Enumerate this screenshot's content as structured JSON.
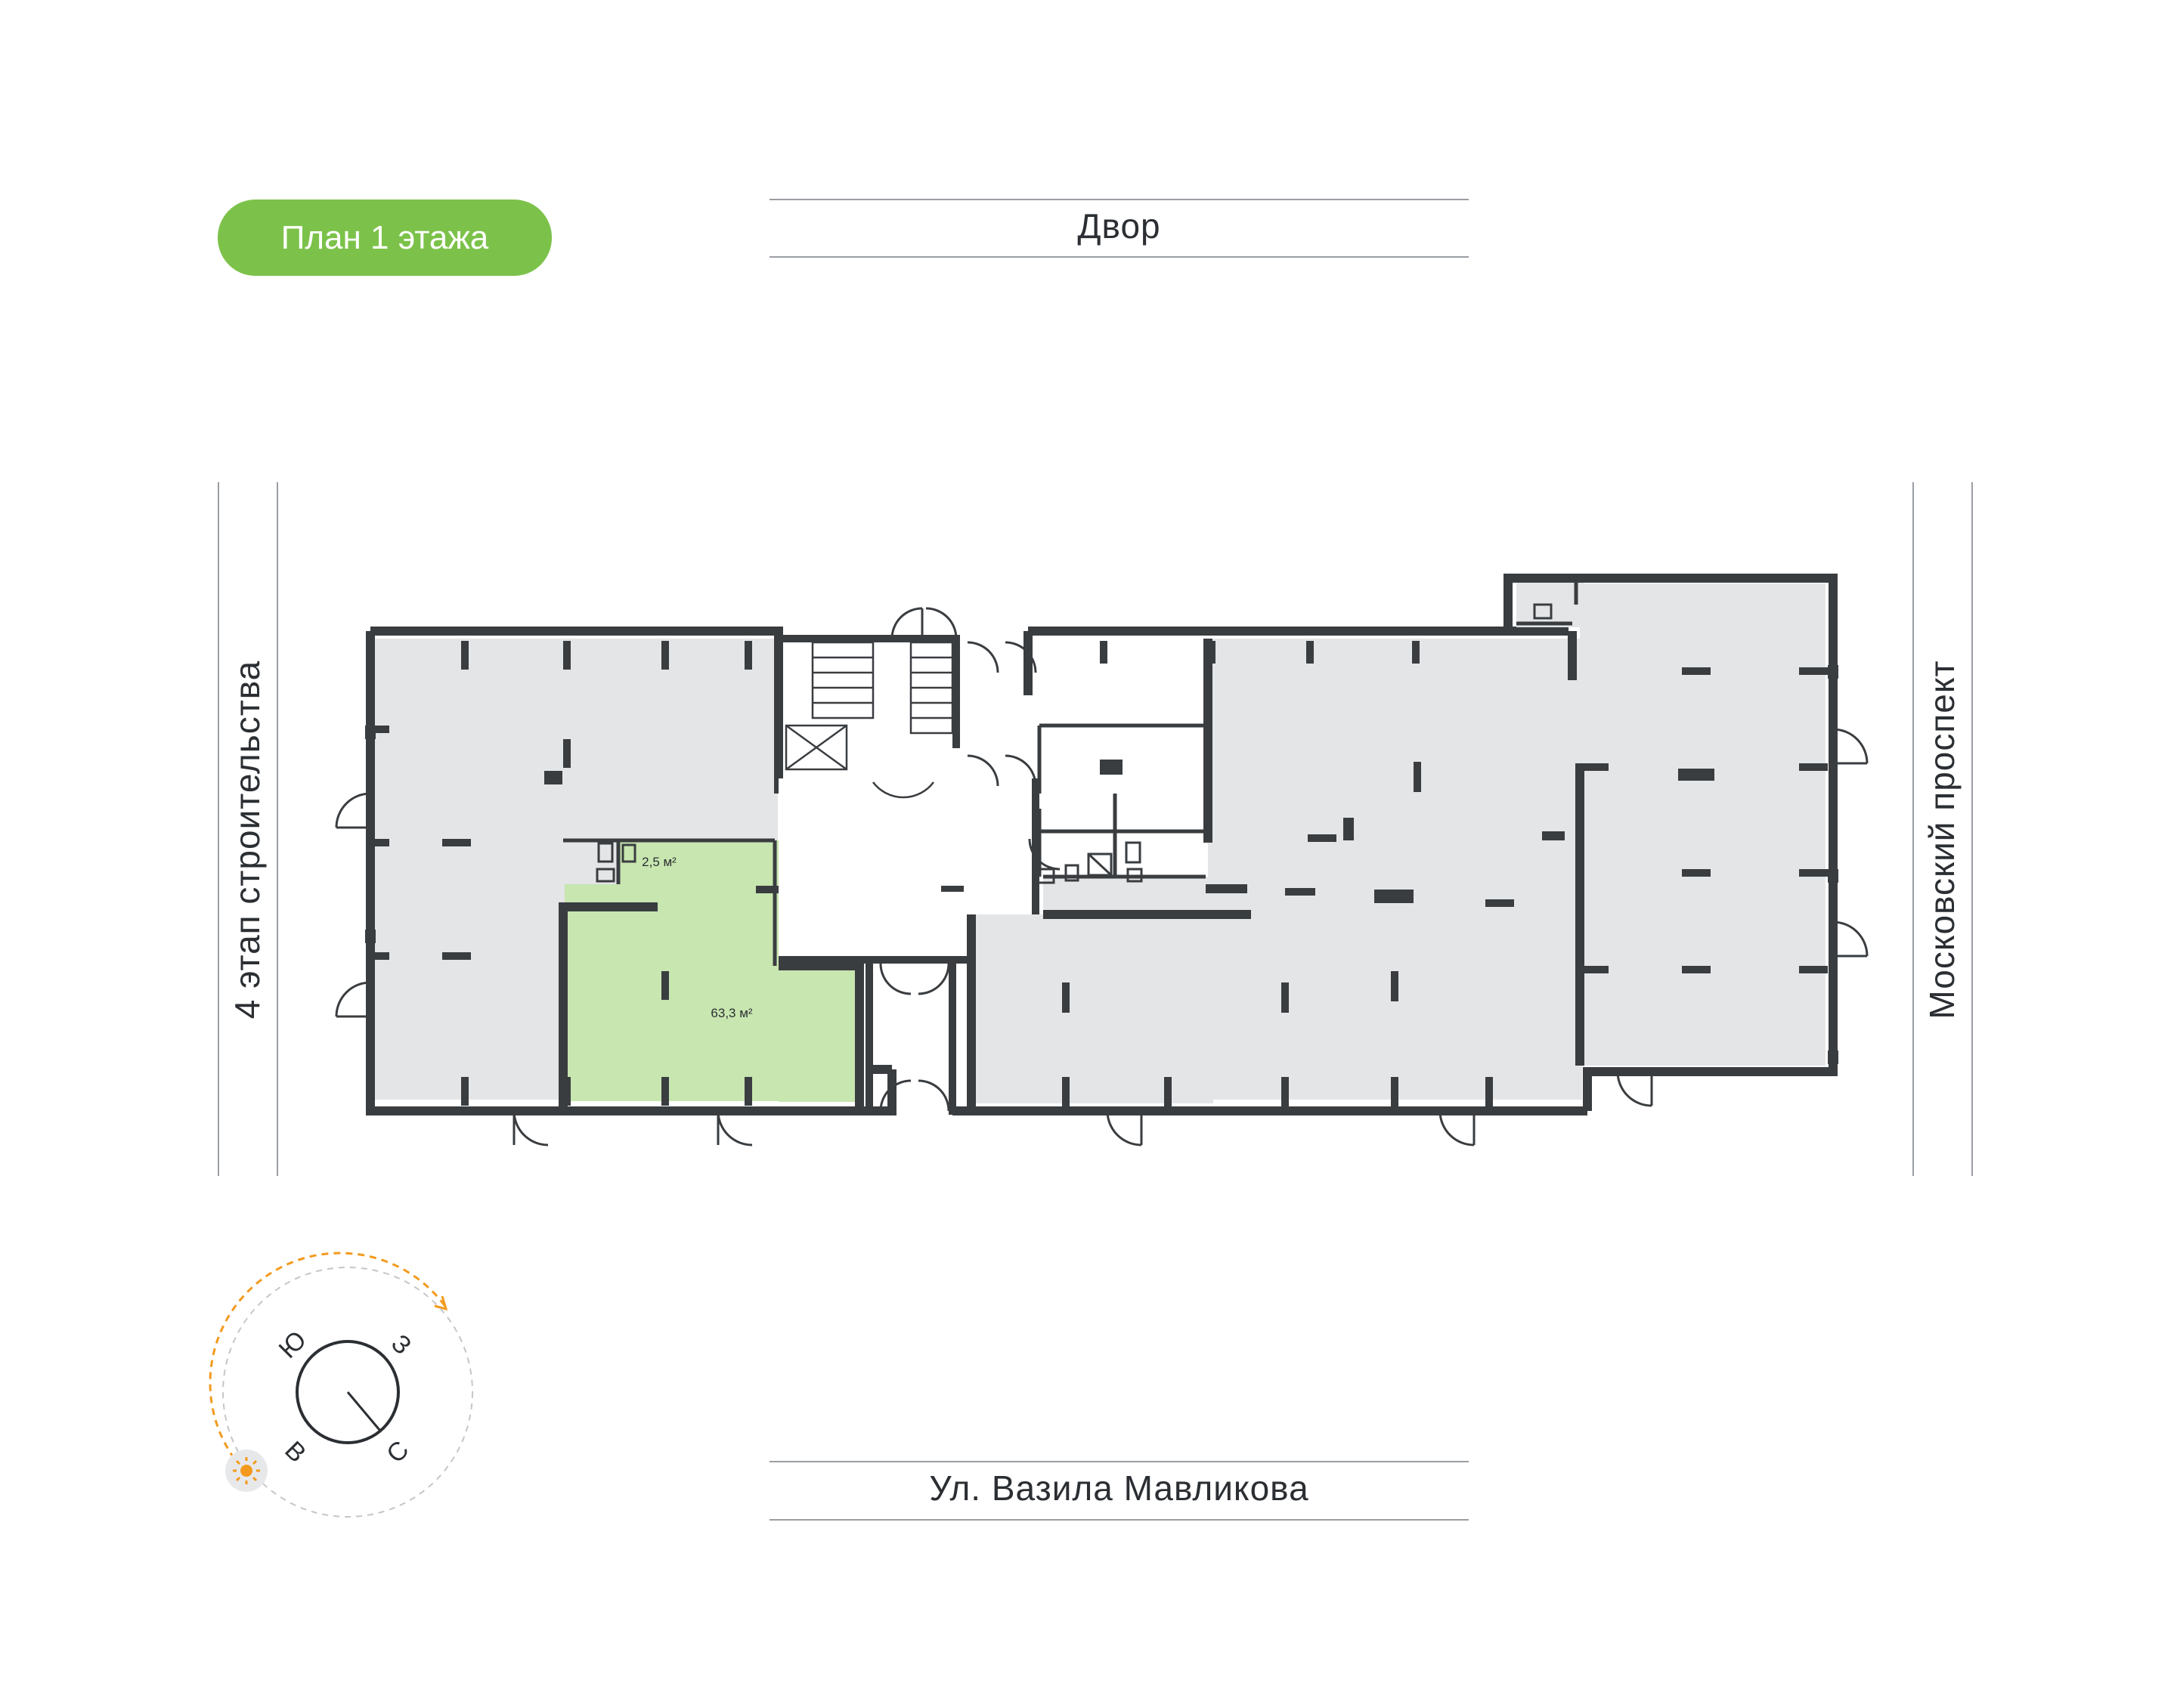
{
  "title": "План 1 этажа",
  "streets": {
    "top": "Двор",
    "bottom": "Ул. Вазила Мавликова",
    "left": "4 этап строительства",
    "right": "Московский проспект"
  },
  "units": [
    {
      "area": "2,5 м²",
      "status": "selected"
    },
    {
      "area": "63,3 м²",
      "status": "selected"
    }
  ],
  "compass": {
    "labels": [
      "Ю",
      "З",
      "С",
      "В"
    ],
    "sun_icon": "sun-icon"
  },
  "colors": {
    "accent": "#7cc24a",
    "selected_fill": "#c8e6b0",
    "room_fill": "#e4e5e7",
    "wall": "#3a3d40",
    "sun_path": "#f39a1e"
  }
}
